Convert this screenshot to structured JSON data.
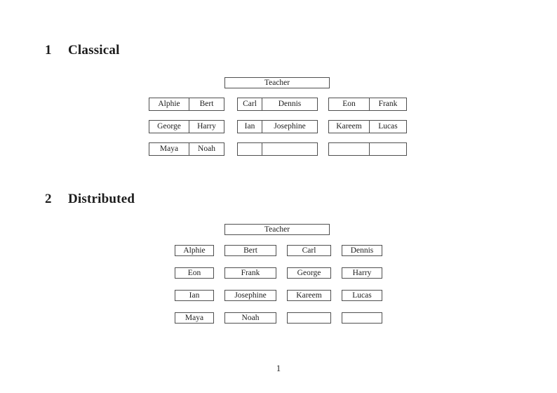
{
  "page": {
    "background": "#ffffff",
    "border_color": "#4f4f4f",
    "text_color": "#1c1c1c",
    "page_number": "1"
  },
  "sections": [
    {
      "number": "1",
      "title": "Classical",
      "teacher_label": "Teacher",
      "desks": [
        [
          [
            "Alphie",
            "Bert"
          ],
          [
            "Carl",
            "Dennis"
          ],
          [
            "Eon",
            "Frank"
          ]
        ],
        [
          [
            "George",
            "Harry"
          ],
          [
            "Ian",
            "Josephine"
          ],
          [
            "Kareem",
            "Lucas"
          ]
        ],
        [
          [
            "Maya",
            "Noah"
          ],
          [
            "",
            ""
          ],
          [
            "",
            ""
          ]
        ]
      ]
    },
    {
      "number": "2",
      "title": "Distributed",
      "teacher_label": "Teacher",
      "desks": [
        [
          "Alphie",
          "Bert",
          "Carl",
          "Dennis"
        ],
        [
          "Eon",
          "Frank",
          "George",
          "Harry"
        ],
        [
          "Ian",
          "Josephine",
          "Kareem",
          "Lucas"
        ],
        [
          "Maya",
          "Noah",
          "",
          ""
        ]
      ]
    }
  ]
}
